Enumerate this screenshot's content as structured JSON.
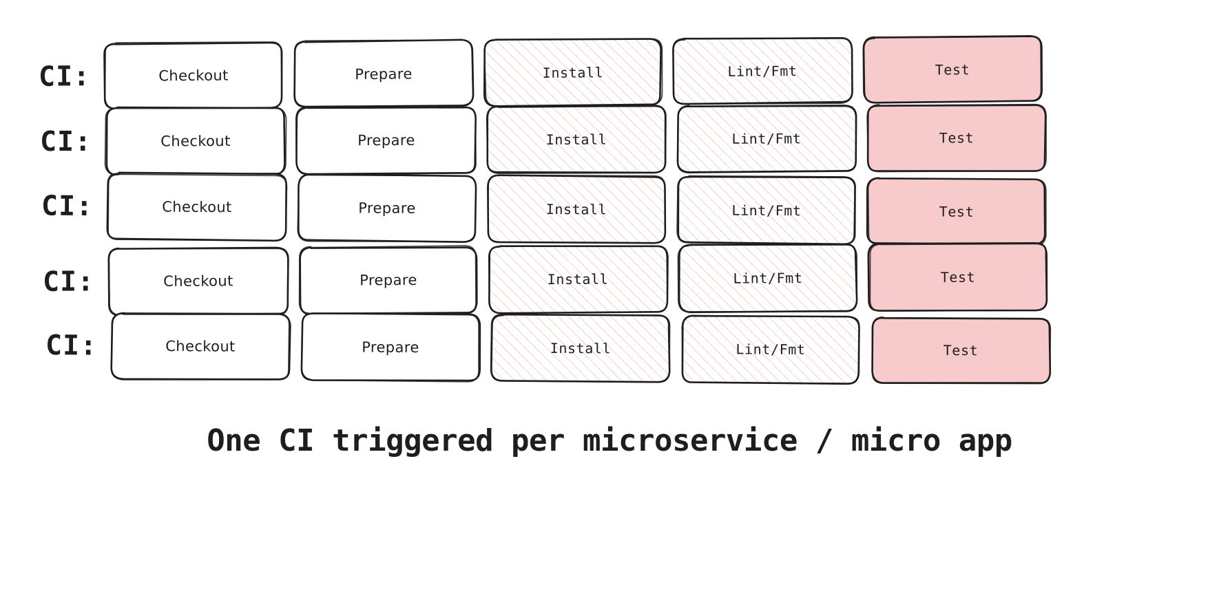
{
  "diagram": {
    "title_caption": "One CI triggered per microservice / micro app",
    "row_label": "CI:",
    "stages": [
      "Checkout",
      "Prepare",
      "Install",
      "Lint/Fmt",
      "Test"
    ],
    "colors": {
      "stroke": "#1e1e1e",
      "background": "#ffffff",
      "hatch_fill": "#e88a8a",
      "solid_fill": "#f7cbcb",
      "text": "#1e1e1e"
    },
    "rows": [
      {
        "label": "CI:",
        "stages": [
          {
            "label": "Checkout",
            "fill": "none"
          },
          {
            "label": "Prepare",
            "fill": "none"
          },
          {
            "label": "Install",
            "fill": "hatch"
          },
          {
            "label": "Lint/Fmt",
            "fill": "hatch"
          },
          {
            "label": "Test",
            "fill": "solid"
          }
        ]
      },
      {
        "label": "CI:",
        "stages": [
          {
            "label": "Checkout",
            "fill": "none"
          },
          {
            "label": "Prepare",
            "fill": "none"
          },
          {
            "label": "Install",
            "fill": "hatch"
          },
          {
            "label": "Lint/Fmt",
            "fill": "hatch"
          },
          {
            "label": "Test",
            "fill": "solid"
          }
        ]
      },
      {
        "label": "CI:",
        "stages": [
          {
            "label": "Checkout",
            "fill": "none"
          },
          {
            "label": "Prepare",
            "fill": "none"
          },
          {
            "label": "Install",
            "fill": "hatch"
          },
          {
            "label": "Lint/Fmt",
            "fill": "hatch"
          },
          {
            "label": "Test",
            "fill": "solid"
          }
        ]
      },
      {
        "label": "CI:",
        "stages": [
          {
            "label": "Checkout",
            "fill": "none"
          },
          {
            "label": "Prepare",
            "fill": "none"
          },
          {
            "label": "Install",
            "fill": "hatch"
          },
          {
            "label": "Lint/Fmt",
            "fill": "hatch"
          },
          {
            "label": "Test",
            "fill": "solid"
          }
        ]
      },
      {
        "label": "CI:",
        "stages": [
          {
            "label": "Checkout",
            "fill": "none"
          },
          {
            "label": "Prepare",
            "fill": "none"
          },
          {
            "label": "Install",
            "fill": "hatch"
          },
          {
            "label": "Lint/Fmt",
            "fill": "hatch"
          },
          {
            "label": "Test",
            "fill": "solid"
          }
        ]
      }
    ]
  }
}
